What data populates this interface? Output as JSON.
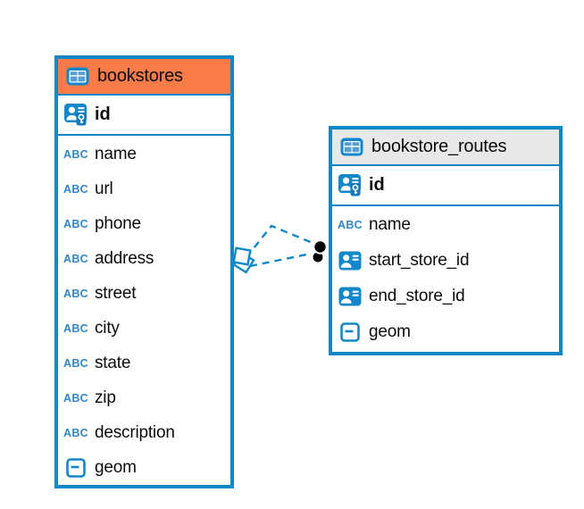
{
  "diagram": {
    "tables": [
      {
        "name": "bookstores",
        "header_style": "highlighted-orange",
        "rows": [
          {
            "name": "id",
            "type": "primary-key"
          },
          {
            "name": "name",
            "type": "text"
          },
          {
            "name": "url",
            "type": "text"
          },
          {
            "name": "phone",
            "type": "text"
          },
          {
            "name": "address",
            "type": "text"
          },
          {
            "name": "street",
            "type": "text"
          },
          {
            "name": "city",
            "type": "text"
          },
          {
            "name": "state",
            "type": "text"
          },
          {
            "name": "zip",
            "type": "text"
          },
          {
            "name": "description",
            "type": "text"
          },
          {
            "name": "geom",
            "type": "geometry"
          }
        ]
      },
      {
        "name": "bookstore_routes",
        "header_style": "default-gray",
        "rows": [
          {
            "name": "id",
            "type": "primary-key"
          },
          {
            "name": "name",
            "type": "text"
          },
          {
            "name": "start_store_id",
            "type": "foreign-key"
          },
          {
            "name": "end_store_id",
            "type": "foreign-key"
          },
          {
            "name": "geom",
            "type": "geometry"
          }
        ]
      }
    ],
    "relationship": {
      "between": [
        "bookstores",
        "bookstore_routes"
      ],
      "line_count": 2,
      "line_style": "dashed",
      "bookstores_end_marker": "stacked-diamond-outline",
      "routes_end_marker": "stacked-filled-black-circles"
    }
  },
  "icons": {
    "text_type_label": "ABC"
  },
  "colors": {
    "table_border_blue": "#0e87c9",
    "icon_blue": "#1287c9",
    "icon_cell_blue": "#569fd6",
    "abc_blue": "#3287c8",
    "selected_header_orange": "#f87b48",
    "header_gray": "#e8e8e8",
    "connector_blue": "#1287c9",
    "marker_black": "#000000",
    "text": "#0c0c0c",
    "background": "#ffffff"
  }
}
